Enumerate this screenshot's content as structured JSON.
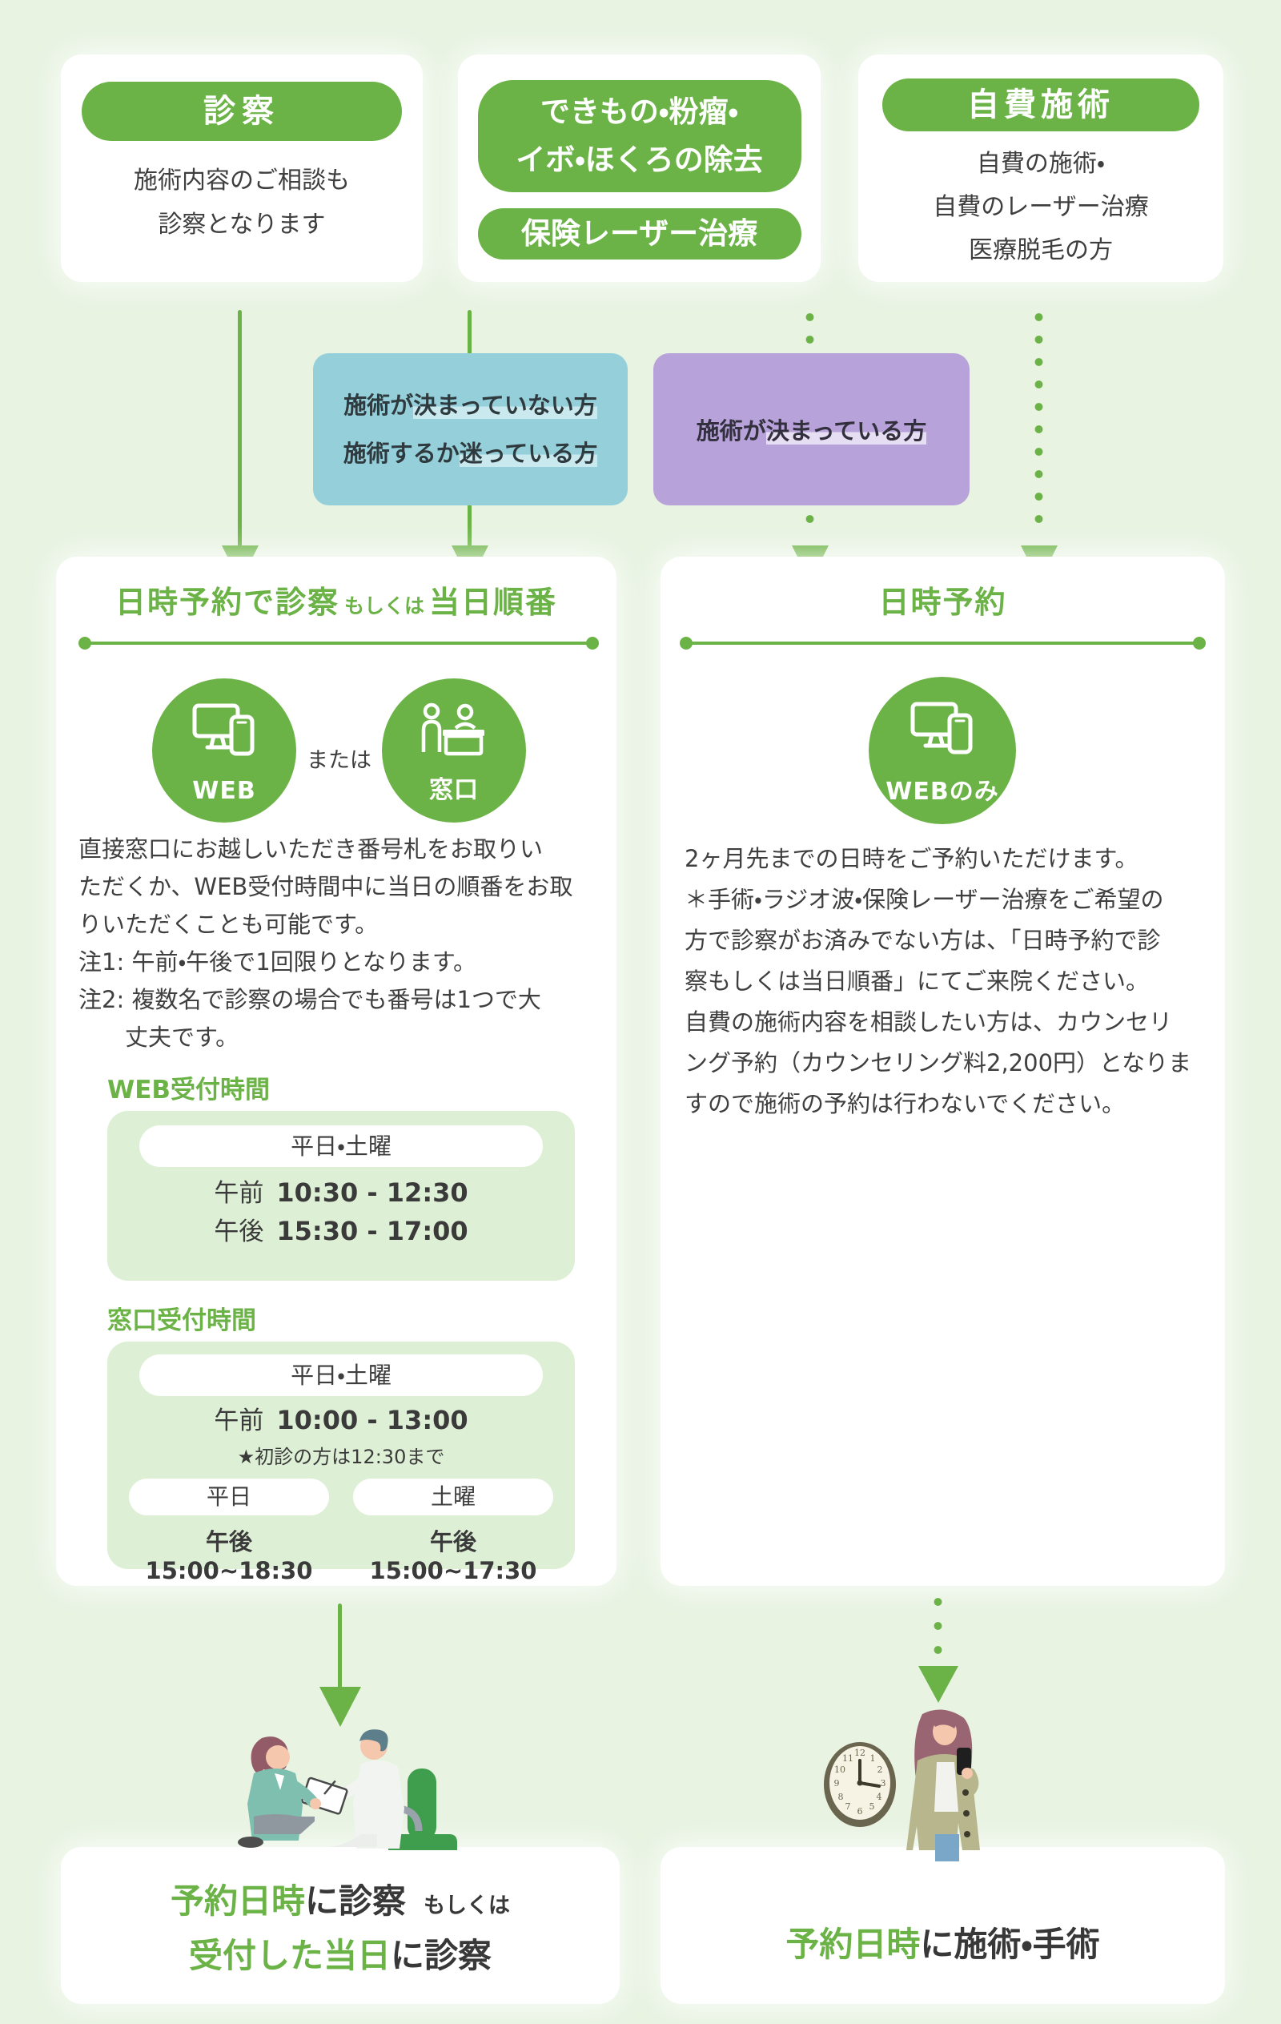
{
  "colors": {
    "background": "#e8f3e2",
    "accent_green": "#6cb347",
    "branch_blue": "#95cfda",
    "branch_purple": "#b7a2da",
    "highlight_blue": "#c9e9ef",
    "highlight_purple": "#e6dff4",
    "table_green": "#ddefd5",
    "text_dark": "#3e3e3e"
  },
  "top_cards": {
    "consult": {
      "pill": "診察",
      "lines": [
        "施術内容のご相談も",
        "診察となります"
      ]
    },
    "removal": {
      "pill_line1": "できもの・粉瘤・",
      "pill_line2": "イボ・ほくろの除去",
      "pill2": "保険レーザー治療"
    },
    "self_pay": {
      "pill": "自費施術",
      "lines": [
        "自費の施術・",
        "自費のレーザー治療",
        "医療脱毛の方"
      ]
    }
  },
  "branch": {
    "undecided": {
      "l1_pre": "施術が",
      "l1_hl": "決まっていない方",
      "l2_pre": "施術するか",
      "l2_hl": "迷っている方"
    },
    "decided": {
      "pre": "施術が",
      "hl": "決まっている方"
    }
  },
  "left_panel": {
    "title_main": "日時予約で診察",
    "title_small": "もしくは",
    "title_tail": "当日順番",
    "web_label": "WEB",
    "or_label": "または",
    "counter_label": "窓口",
    "paragraph_lines": [
      "直接窓口にお越しいただき番号札をお取りい",
      "ただくか、WEB受付時間中に当日の順番をお取",
      "りいただくことも可能です。",
      "注1: 午前・午後で1回限りとなります。",
      "注2: 複数名で診察の場合でも番号は1つで大",
      "　　丈夫です。"
    ],
    "web_hours": {
      "heading": "WEB受付時間",
      "days": "平日・土曜",
      "rows": [
        {
          "period": "午前",
          "time": "10:30 - 12:30"
        },
        {
          "period": "午後",
          "time": "15:30 - 17:00"
        }
      ]
    },
    "counter_hours": {
      "heading": "窓口受付時間",
      "days": "平日・土曜",
      "am_period": "午前",
      "am_time": "10:00 - 13:00",
      "am_note": "★初診の方は12:30まで",
      "col1_day": "平日",
      "col1_time": "午後 15:00~18:30",
      "col2_day": "土曜",
      "col2_time": "午後 15:00~17:30"
    }
  },
  "right_panel": {
    "title": "日時予約",
    "web_only_label": "WEBのみ",
    "paragraph_lines": [
      "2ヶ月先までの日時をご予約いただけます。",
      "＊手術・ラジオ波・保険レーザー治療をご希望の",
      "方で診察がお済みでない方は、「日時予約で診",
      "察もしくは当日順番」にてご来院ください。",
      "自費の施術内容を相談したい方は、カウンセリ",
      "ング予約（カウンセリング料2,200円）となりま",
      "すので施術の予約は行わないでください。"
    ]
  },
  "outcomes": {
    "left": {
      "l1_hl": "予約日時",
      "l1_rest": "に診察",
      "l1_small": "もしくは",
      "l2_hl": "受付した当日",
      "l2_rest": "に診察"
    },
    "right": {
      "hl": "予約日時",
      "rest": "に施術・手術"
    }
  }
}
